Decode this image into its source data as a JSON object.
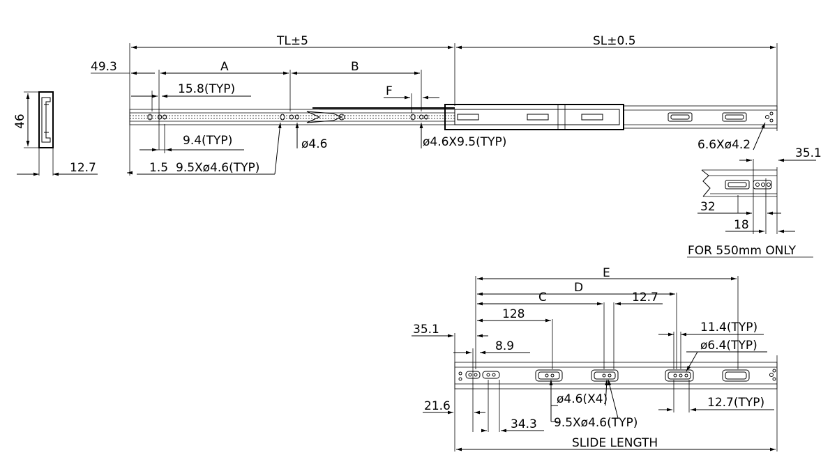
{
  "labels": {
    "tl": "TL±5",
    "sl": "SL±0.5",
    "d49_3": "49.3",
    "a": "A",
    "b": "B",
    "typ15_8": "15.8(TYP)",
    "f": "F",
    "h46": "46",
    "typ9_4": "9.4(TYP)",
    "phi4_6": "ø4.6",
    "phi4_6x9_5": "ø4.6X9.5(TYP)",
    "phi6_6x4_2": "6.6Xø4.2",
    "d12_7_side": "12.7",
    "d1_5": "1.5",
    "slot9_5": "9.5Xø4.6(TYP)",
    "d35_1_top": "35.1",
    "d32": "32",
    "d18": "18",
    "note550": "FOR 550mm ONLY",
    "e": "E",
    "d": "D",
    "c": "C",
    "d12_7_top": "12.7",
    "d128": "128",
    "typ11_4": "11.4(TYP)",
    "d35_1_bot": "35.1",
    "d8_9": "8.9",
    "phi6_4": "ø6.4(TYP)",
    "d21_6": "21.6",
    "phi4_6x4": "ø4.6(X4)",
    "typ12_7": "12.7(TYP)",
    "d34_3": "34.3",
    "slot9_5b": "9.5Xø4.6(TYP)",
    "slide_length": "SLIDE LENGTH"
  }
}
